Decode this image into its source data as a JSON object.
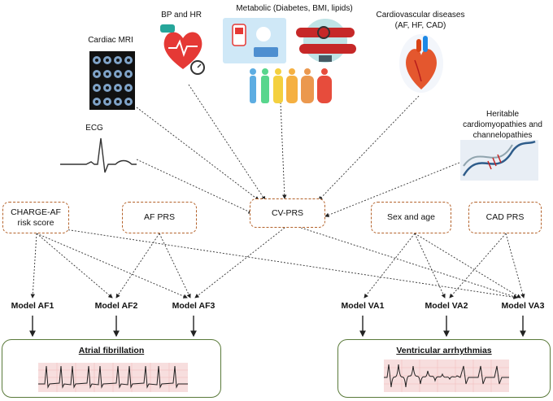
{
  "sources": {
    "cardiac_mri": "Cardiac MRI",
    "bp_hr": "BP and HR",
    "metabolic": "Metabolic (Diabetes, BMI, lipids)",
    "cardiovascular_line1": "Cardiovascular diseases",
    "cardiovascular_line2": "(AF, HF, CAD)",
    "ecg": "ECG",
    "heritable_line1": "Heritable",
    "heritable_line2": "cardiomyopathies and",
    "heritable_line3": "channelopathies"
  },
  "boxes": {
    "charge_af_line1": "CHARGE-AF",
    "charge_af_line2": "risk score",
    "af_prs": "AF PRS",
    "cv_prs": "CV-PRS",
    "sex_age": "Sex and age",
    "cad_prs": "CAD PRS"
  },
  "models": {
    "af1": "Model AF1",
    "af2": "Model AF2",
    "af3": "Model AF3",
    "va1": "Model VA1",
    "va2": "Model VA2",
    "va3": "Model VA3"
  },
  "outcomes": {
    "af": "Atrial fibrillation",
    "va": "Ventricular arrhythmias"
  },
  "colors": {
    "box_border": "#b4622a",
    "outcome_border": "#5a7a3a",
    "ecg_grid_bg": "#f7dede",
    "ecg_trace": "#222222"
  }
}
